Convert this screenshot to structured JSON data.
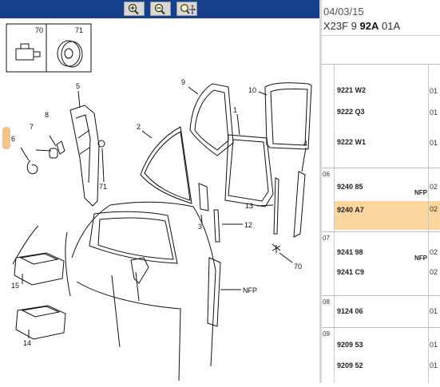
{
  "toolbar": {
    "buttons": [
      {
        "name": "zoom-in-button",
        "icon": "zoom-in-icon"
      },
      {
        "name": "zoom-out-button",
        "icon": "zoom-out-icon"
      },
      {
        "name": "zoom-fit-button",
        "icon": "zoom-pan-icon"
      }
    ],
    "bg_color": "#163f8c"
  },
  "diagram": {
    "callouts": [
      "70",
      "71",
      "5",
      "8",
      "7",
      "6",
      "71",
      "9",
      "10",
      "2",
      "1",
      "4",
      "3",
      "13",
      "12",
      "70",
      "NFP",
      "15",
      "14"
    ]
  },
  "header": {
    "date": "04/03/15",
    "code_prefix": "X23F 9 ",
    "code_bold": "92A",
    "code_suffix": " 01A"
  },
  "groups": [
    {
      "num": "",
      "rows": [
        {
          "ref": "9221 W2",
          "right": "01",
          "nfp": ""
        },
        {
          "ref": "9222 Q3",
          "right": "01",
          "nfp": ""
        },
        {
          "ref": "9222 W1",
          "right": "01",
          "nfp": ""
        }
      ]
    },
    {
      "num": "06",
      "rows": [
        {
          "ref": "9240 85",
          "right": "02",
          "nfp": "NFP"
        },
        {
          "ref": "9240 A7",
          "right": "02",
          "nfp": "",
          "selected": true
        }
      ]
    },
    {
      "num": "07",
      "rows": [
        {
          "ref": "9241 98",
          "right": "02",
          "nfp": "NFP"
        },
        {
          "ref": "9241 C9",
          "right": "02",
          "nfp": ""
        }
      ]
    },
    {
      "num": "08",
      "rows": [
        {
          "ref": "9124 06",
          "right": "01",
          "nfp": ""
        }
      ]
    },
    {
      "num": "09",
      "rows": [
        {
          "ref": "9209 53",
          "right": "01",
          "nfp": ""
        },
        {
          "ref": "9209 52",
          "right": "01",
          "nfp": ""
        }
      ]
    }
  ],
  "colors": {
    "selected_row": "#fbd79f",
    "toolbar": "#163f8c",
    "marker_orange": "#f3c48b"
  }
}
